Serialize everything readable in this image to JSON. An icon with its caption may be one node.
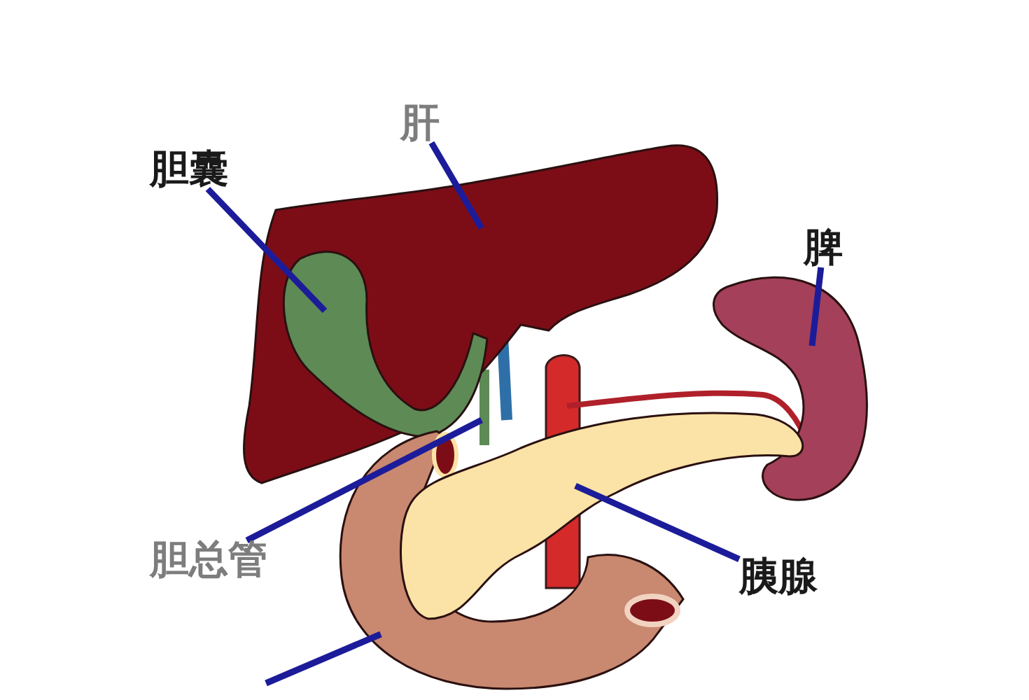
{
  "diagram": {
    "nodes": [
      {
        "text": [
          "胆囊"
        ]
      },
      {
        "text": [
          "肝"
        ]
      },
      {
        "text": [
          "脾"
        ]
      },
      {
        "text": [],
        "shape": "picture"
      },
      {
        "text": [],
        "shape": "picture",
        "in": 3
      },
      {
        "text": [],
        "shape": "picture"
      },
      {
        "text": [],
        "shape": "picture"
      },
      {
        "text": [],
        "shape": "picture"
      },
      {
        "text": [
          "胆总管"
        ]
      },
      {
        "text": [
          "胰腺"
        ]
      },
      {
        "text": [],
        "shape": "picture"
      }
    ],
    "edges": [
      {
        "from": 0,
        "to": 4,
        "arrow": "none"
      },
      {
        "from": 1,
        "to": 3,
        "arrow": "none"
      },
      {
        "from": 2,
        "to": 5,
        "arrow": "none"
      },
      {
        "from": 8,
        "to": 6,
        "arrow": "none"
      },
      {
        "from": 9,
        "to": 7,
        "arrow": "none"
      },
      {
        "from": null,
        "to": 10,
        "arrow": "none"
      }
    ]
  }
}
